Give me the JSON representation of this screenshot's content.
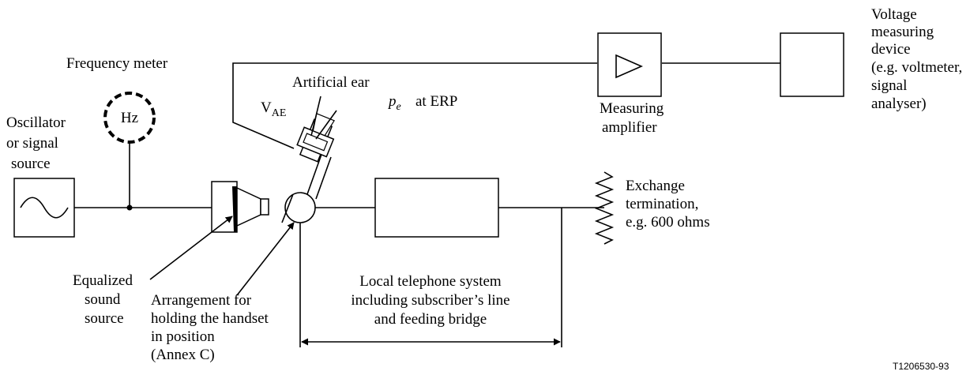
{
  "labels": {
    "frequency_meter": "Frequency meter",
    "hz": "Hz",
    "oscillator": [
      "Oscillator",
      "or signal",
      "source"
    ],
    "artificial_ear": "Artificial ear",
    "vae_main": "V",
    "vae_sub": "AE",
    "pe_main": "p",
    "pe_sub": "e",
    "pe_suffix": "at ERP",
    "measuring_amplifier": [
      "Measuring",
      "amplifier"
    ],
    "voltage_device": [
      "Voltage",
      "measuring",
      "device",
      "(e.g. voltmeter,",
      "signal",
      "analyser)"
    ],
    "exchange_termination": [
      "Exchange",
      "termination,",
      "e.g. 600 ohms"
    ],
    "equalized_source": [
      "Equalized",
      "sound",
      "source"
    ],
    "arrangement": [
      "Arrangement for",
      "holding the handset",
      "in position",
      "(Annex C)"
    ],
    "local_system": [
      "Local telephone system",
      "including subscriber’s line",
      "and feeding bridge"
    ],
    "figure_id": "T1206530-93"
  }
}
